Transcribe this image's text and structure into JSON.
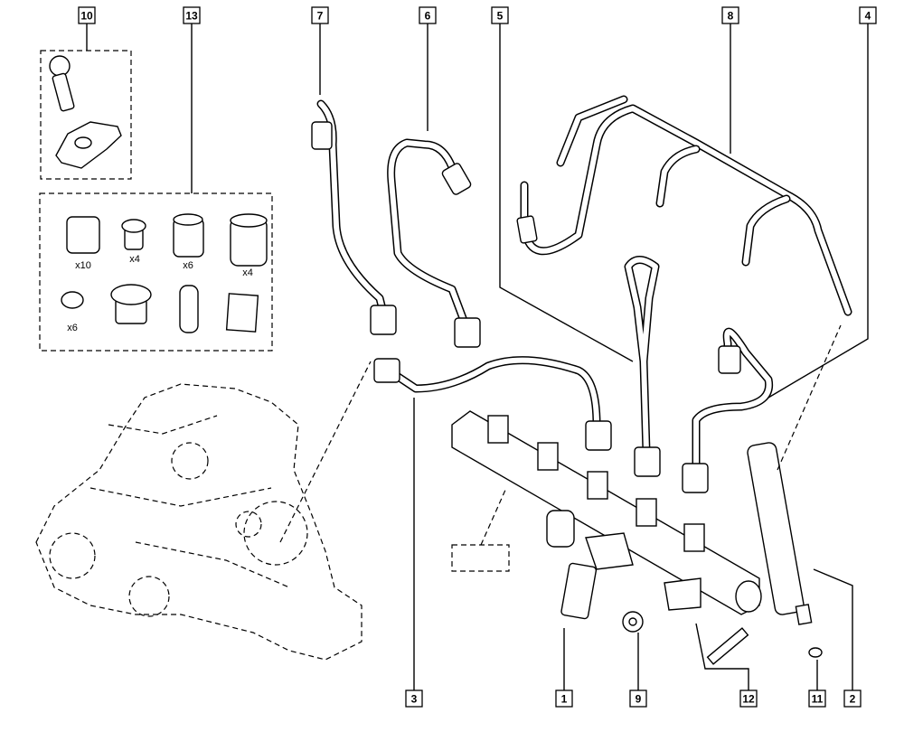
{
  "callouts": {
    "top": [
      "10",
      "13",
      "7",
      "6",
      "5",
      "8",
      "4"
    ],
    "bottom": [
      "3",
      "1",
      "9",
      "12",
      "11",
      "2"
    ]
  },
  "kit_13_quantities": [
    "x10",
    "x4",
    "x6",
    "x4",
    "x6"
  ],
  "colors": {
    "line": "#000000",
    "background": "#ffffff"
  }
}
